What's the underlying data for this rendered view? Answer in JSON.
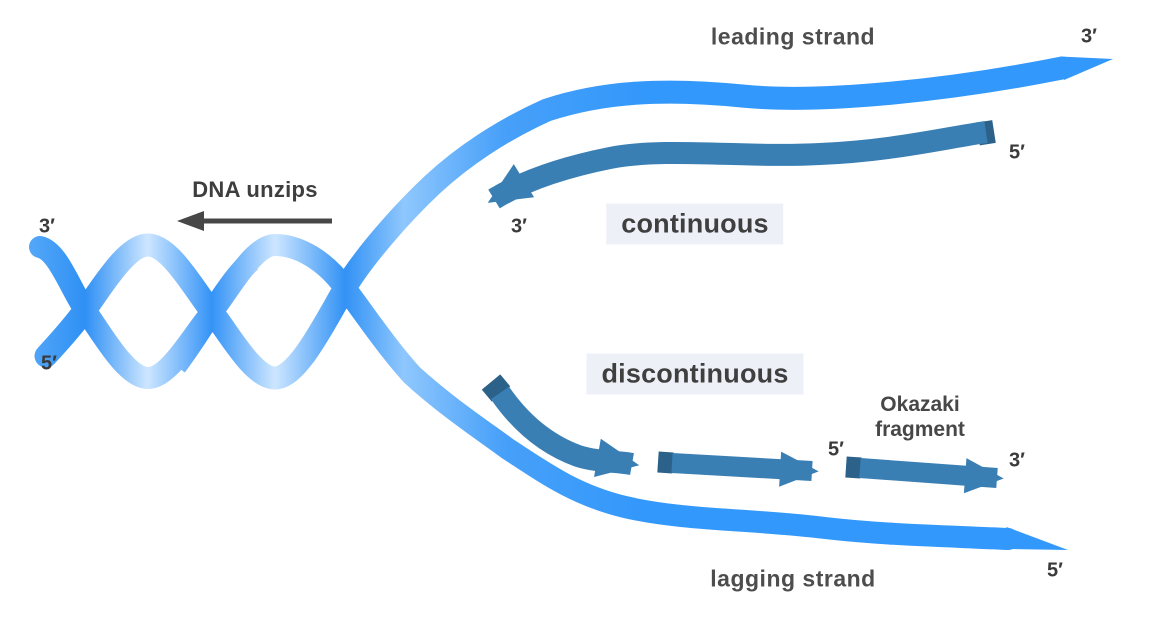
{
  "labels": {
    "leading_strand": "leading strand",
    "lagging_strand": "lagging strand",
    "dna_unzips": "DNA unzips",
    "continuous": "continuous",
    "discontinuous": "discontinuous",
    "okazaki_line1": "Okazaki",
    "okazaki_line2": "fragment"
  },
  "prime_labels": {
    "helix_3prime": "3′",
    "helix_5prime": "5′",
    "leading_template_3prime": "3′",
    "continuous_strand_5prime": "5′",
    "continuous_strand_3prime": "3′",
    "okazaki_fragment1_5prime": "5′",
    "okazaki_fragment2_3prime": "3′",
    "lagging_template_5prime": "5′"
  },
  "colors": {
    "template_strand_blue": "#3398fb",
    "template_strand_highlight": "#cde6ff",
    "new_strand_blue": "#3a7fb4",
    "new_strand_dark_cap": "#2c628a",
    "label_text": "#4b4b4b",
    "label_box_background": "#edf1f7",
    "unzip_arrow": "#474747"
  }
}
